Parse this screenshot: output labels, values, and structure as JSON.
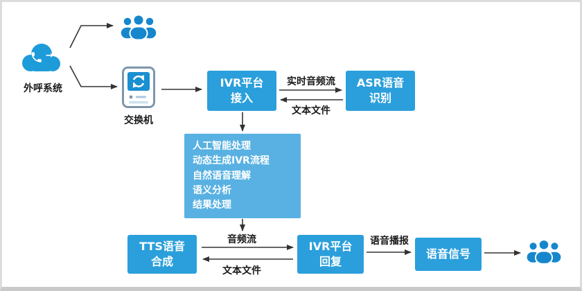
{
  "colors": {
    "node_blue": "#2b9fdb",
    "panel_blue": "#58b1e2",
    "icon_blue": "#1a8fd1",
    "arrow_dark": "#333333",
    "label_dark": "#1a1a1a",
    "frame_gray": "#dcdcdc"
  },
  "nodes": {
    "outbound_system": {
      "label": "外呼系统"
    },
    "switch": {
      "label": "交换机"
    },
    "ivr_access": {
      "line1": "IVR平台",
      "line2": "接入"
    },
    "asr": {
      "line1": "ASR语音",
      "line2": "识别"
    },
    "ai_panel": {
      "lines": [
        "人工智能处理",
        "动态生成IVR流程",
        "自然语音理解",
        "语义分析",
        "结果处理"
      ]
    },
    "tts": {
      "line1": "TTS语音",
      "line2": "合成"
    },
    "ivr_reply": {
      "line1": "IVR平台",
      "line2": "回复"
    },
    "voice_signal": {
      "label": "语音信号"
    }
  },
  "edges": {
    "realtime_audio_stream": "实时音频流",
    "text_file_top": "文本文件",
    "audio_stream": "音频流",
    "text_file_bottom": "文本文件",
    "voice_broadcast": "语音播报"
  },
  "icons": {
    "cloud_phone": "cloud-phone-icon",
    "users_top": "users-icon",
    "switch_device": "switch-icon",
    "users_bottom": "users-icon"
  },
  "glyphs": {
    "call_forward_arrow": "→"
  }
}
